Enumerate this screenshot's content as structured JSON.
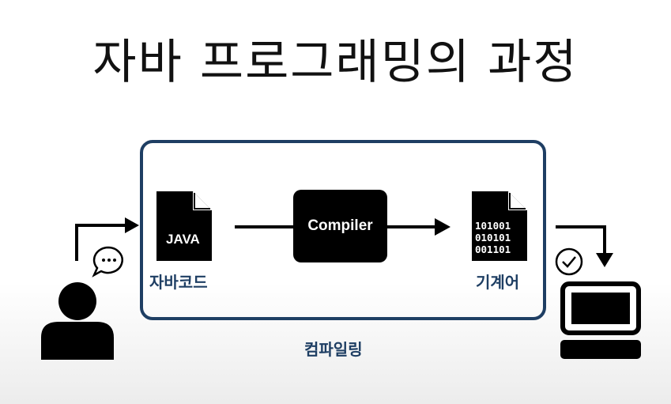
{
  "title": "자바 프로그래밍의 과정",
  "source_file": {
    "badge": "JAVA",
    "label": "자바코드"
  },
  "compiler": {
    "label": "Compiler"
  },
  "output_file": {
    "binary_lines": [
      "101001",
      "010101",
      "001101"
    ],
    "label": "기계어"
  },
  "process_label": "컴파일링",
  "colors": {
    "frame": "#1e3e63",
    "label": "#1e3e63",
    "icons": "#000000"
  },
  "icons": [
    "person-icon",
    "speech-bubble-icon",
    "java-file-icon",
    "binary-file-icon",
    "check-icon",
    "computer-icon"
  ]
}
